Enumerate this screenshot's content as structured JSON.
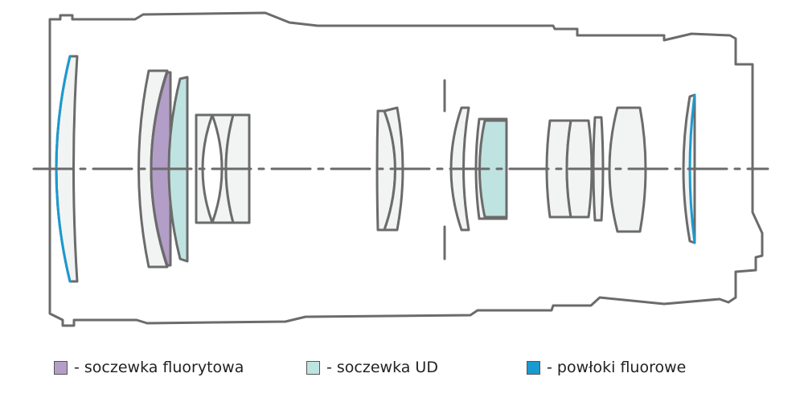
{
  "colors": {
    "outline": "#6b6b6b",
    "glass": "#f2f4f3",
    "fluorite": "#b39ec8",
    "ud": "#bfe3e1",
    "coating": "#1a9ad0"
  },
  "legend": [
    {
      "key": "fluorite",
      "label": "- soczewka fluorytowa"
    },
    {
      "key": "ud",
      "label": "- soczewka UD"
    },
    {
      "key": "coating",
      "label": "- powłoki fluorowe"
    }
  ]
}
